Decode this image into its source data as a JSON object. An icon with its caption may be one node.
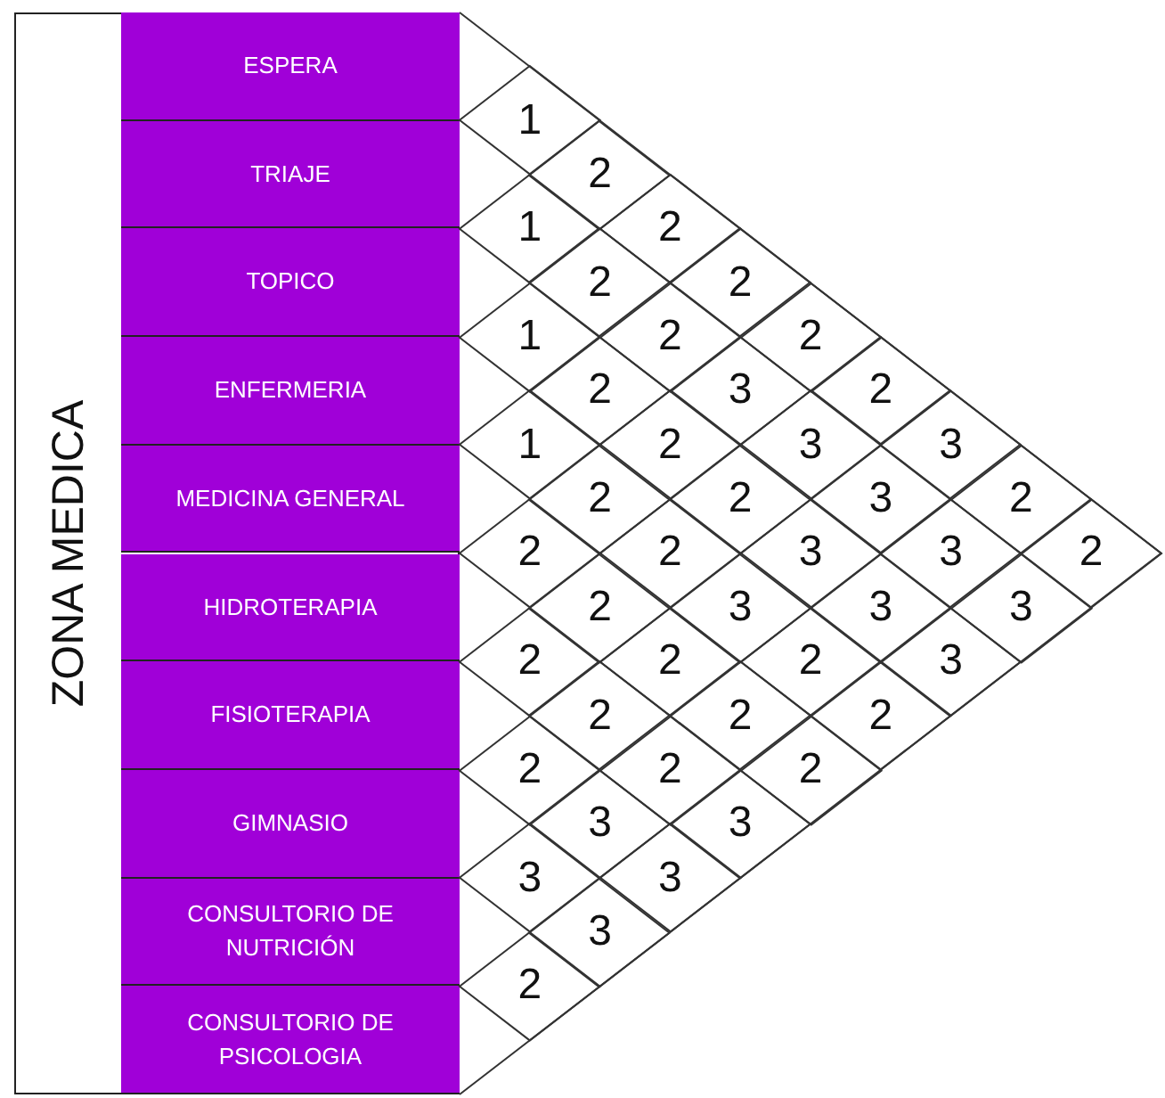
{
  "diagram": {
    "nodes": [
      {
        "text": [
          "ZONA MEDICA"
        ]
      },
      {
        "text": [
          "ESPERA"
        ],
        "in": 0
      },
      {
        "text": [
          "TRIAJE"
        ],
        "in": 0
      },
      {
        "text": [
          "TOPICO"
        ],
        "in": 0
      },
      {
        "text": [
          "ENFERMERIA"
        ],
        "in": 0
      },
      {
        "text": [
          "MEDICINA GENERAL"
        ],
        "in": 0
      },
      {
        "text": [
          "HIDROTERAPIA"
        ],
        "in": 0
      },
      {
        "text": [
          "FISIOTERAPIA"
        ],
        "in": 0
      },
      {
        "text": [
          "GIMNASIO"
        ],
        "in": 0
      },
      {
        "text": [
          "CONSULTORIO DE NUTRICIÓN"
        ],
        "in": 0
      },
      {
        "text": [
          "CONSULTORIO DE PSICOLOGIA"
        ],
        "in": 0
      },
      {
        "text": [
          "1"
        ]
      },
      {
        "text": [
          "2"
        ]
      },
      {
        "text": [
          "1"
        ]
      },
      {
        "text": [
          "2"
        ]
      },
      {
        "text": [
          "2"
        ]
      },
      {
        "text": [
          "2"
        ]
      },
      {
        "text": [
          "1"
        ]
      },
      {
        "text": [
          "2"
        ]
      },
      {
        "text": [
          "2"
        ]
      },
      {
        "text": [
          "2"
        ]
      },
      {
        "text": [
          "3"
        ]
      },
      {
        "text": [
          "2"
        ]
      },
      {
        "text": [
          "1"
        ]
      },
      {
        "text": [
          "2"
        ]
      },
      {
        "text": [
          "3"
        ]
      },
      {
        "text": [
          "3"
        ]
      },
      {
        "text": [
          "2"
        ]
      },
      {
        "text": [
          "2"
        ]
      },
      {
        "text": [
          "3"
        ]
      },
      {
        "text": [
          "2"
        ]
      },
      {
        "text": [
          "2"
        ]
      },
      {
        "text": [
          "2"
        ]
      },
      {
        "text": [
          "3"
        ]
      },
      {
        "text": [
          "3"
        ]
      },
      {
        "text": [
          "2"
        ]
      },
      {
        "text": [
          "2"
        ]
      },
      {
        "text": [
          "3"
        ]
      },
      {
        "text": [
          "3"
        ]
      },
      {
        "text": [
          "3"
        ]
      },
      {
        "text": [
          "2"
        ]
      },
      {
        "text": [
          "2"
        ]
      },
      {
        "text": [
          "2"
        ]
      },
      {
        "text": [
          "3"
        ]
      },
      {
        "text": [
          "2"
        ]
      },
      {
        "text": [
          "2"
        ]
      },
      {
        "text": [
          "2"
        ]
      },
      {
        "text": [
          "2"
        ]
      },
      {
        "text": [
          "2"
        ]
      },
      {
        "text": [
          "2"
        ]
      },
      {
        "text": [
          "3"
        ]
      },
      {
        "text": [
          "3"
        ]
      },
      {
        "text": [
          "3"
        ]
      },
      {
        "text": [
          "3"
        ]
      },
      {
        "text": [
          "3"
        ]
      },
      {
        "text": [
          "2"
        ]
      }
    ],
    "edges": []
  }
}
